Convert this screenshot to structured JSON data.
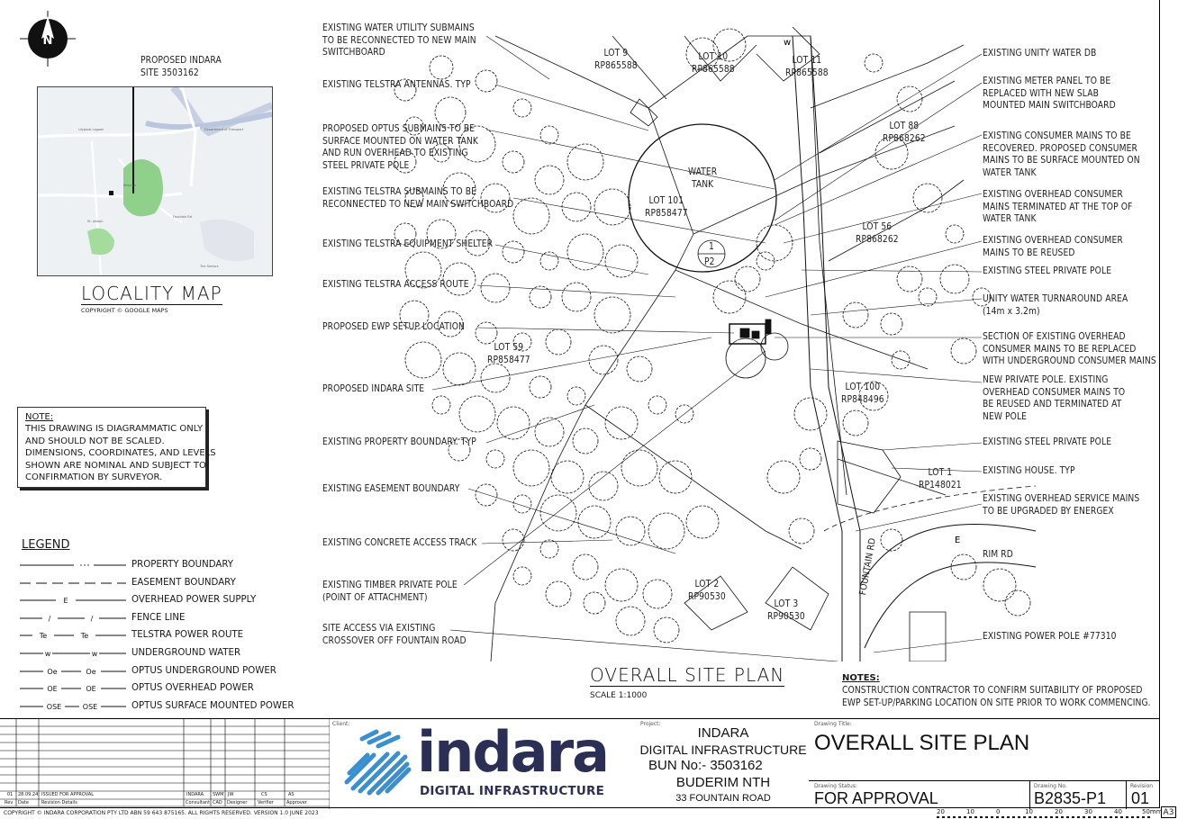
{
  "locality": {
    "pointer_label": "PROPOSED INDARA\nSITE 3503162",
    "title": "LOCALITY MAP",
    "copyright": "COPYRIGHT © GOOGLE MAPS"
  },
  "note": {
    "heading": "NOTE:",
    "body": "THIS DRAWING IS DIAGRAMMATIC ONLY\nAND SHOULD NOT BE SCALED.\nDIMENSIONS, COORDINATES, AND LEVELS\nSHOWN ARE NOMINAL AND SUBJECT TO\nCONFIRMATION BY SURVEYOR."
  },
  "legend": {
    "title": "LEGEND",
    "items": [
      {
        "label": "PROPERTY BOUNDARY",
        "symbol": ""
      },
      {
        "label": "EASEMENT BOUNDARY",
        "symbol": ""
      },
      {
        "label": "OVERHEAD POWER SUPPLY",
        "symbol": "E"
      },
      {
        "label": "FENCE LINE",
        "symbol": "/"
      },
      {
        "label": "TELSTRA POWER ROUTE",
        "symbol": "Te"
      },
      {
        "label": "UNDERGROUND WATER",
        "symbol": "w"
      },
      {
        "label": "OPTUS UNDERGROUND POWER",
        "symbol": "Oe"
      },
      {
        "label": "OPTUS OVERHEAD POWER",
        "symbol": "OE"
      },
      {
        "label": "OPTUS SURFACE MOUNTED POWER",
        "symbol": "OSE"
      }
    ]
  },
  "callouts_left": [
    "EXISTING WATER UTILITY SUBMAINS\nTO BE RECONNECTED TO NEW MAIN\nSWITCHBOARD",
    "EXISTING TELSTRA ANTENNAS. TYP",
    "PROPOSED OPTUS SUBMAINS TO BE\nSURFACE MOUNTED ON WATER TANK\nAND RUN OVERHEAD TO EXISTING\nSTEEL PRIVATE POLE",
    "EXISTING TELSTRA SUBMAINS TO BE\nRECONNECTED TO NEW MAIN SWITCHBOARD",
    "EXISTING TELSTRA EQUIPMENT SHELTER",
    "EXISTING TELSTRA ACCESS ROUTE",
    "PROPOSED EWP SETUP LOCATION",
    "PROPOSED INDARA SITE",
    "EXISTING PROPERTY BOUNDARY. TYP",
    "EXISTING EASEMENT BOUNDARY",
    "EXISTING CONCRETE ACCESS TRACK",
    "EXISTING TIMBER PRIVATE POLE\n(POINT OF ATTACHMENT)",
    "SITE ACCESS VIA EXISTING\nCROSSOVER OFF FOUNTAIN ROAD"
  ],
  "callouts_right": [
    "EXISTING UNITY WATER DB",
    "EXISTING METER PANEL TO BE\nREPLACED WITH NEW SLAB\nMOUNTED MAIN SWITCHBOARD",
    "EXISTING CONSUMER MAINS TO BE\nRECOVERED. PROPOSED CONSUMER\nMAINS TO BE SURFACE MOUNTED ON\nWATER TANK",
    "EXISTING OVERHEAD CONSUMER\nMAINS TERMINATED AT THE TOP OF\nWATER TANK",
    "EXISTING OVERHEAD CONSUMER\nMAINS TO BE REUSED",
    "EXISTING STEEL PRIVATE POLE",
    "UNITY WATER TURNAROUND AREA\n(14m x 3.2m)",
    "SECTION OF EXISTING OVERHEAD\nCONSUMER MAINS TO BE REPLACED\nWITH UNDERGROUND CONSUMER MAINS",
    "NEW PRIVATE POLE. EXISTING\nOVERHEAD CONSUMER MAINS TO\nBE REUSED AND TERMINATED AT\nNEW POLE",
    "EXISTING STEEL PRIVATE POLE",
    "EXISTING HOUSE. TYP",
    "EXISTING OVERHEAD SERVICE MAINS\nTO BE UPGRADED BY ENERGEX",
    "RIM RD",
    "EXISTING POWER POLE #77310"
  ],
  "lots": [
    "LOT 9\nRP865588",
    "LOT 10\nRP865588",
    "LOT 11\nRP865588",
    "LOT 88\nRP868262",
    "LOT 101\nRP858477",
    "LOT 56\nRP868262",
    "LOT 59\nRP858477",
    "LOT 100\nRP848496",
    "LOT 1\nRP148021",
    "LOT 2\nRP90530",
    "LOT 3\nRP90530"
  ],
  "plan": {
    "water_tank": "WATER\nTANK",
    "section_num": "1",
    "section_ref": "P2",
    "fountain_rd": "FOUNTAIN RD",
    "title": "OVERALL SITE PLAN",
    "scale": "SCALE 1:1000",
    "notes_heading": "NOTES:",
    "notes_body": "CONSTRUCTION CONTRACTOR TO CONFIRM SUITABILITY OF PROPOSED\nEWP SET-UP/PARKING LOCATION ON SITE PRIOR TO WORK COMMENCING."
  },
  "title_block": {
    "client_label": "Client:",
    "logo_word": "indara",
    "logo_sub": "DIGITAL INFRASTRUCTURE",
    "project_label": "Project:",
    "project_name": "INDARA",
    "project_line2": "DIGITAL INFRASTRUCTURE",
    "project_bun": "BUN No:-  3503162",
    "project_loc": "BUDERIM NTH",
    "project_addr": "33 FOUNTAIN ROAD",
    "drawing_title_label": "Drawing Title:",
    "drawing_title": "OVERALL SITE PLAN",
    "status_label": "Drawing Status:",
    "status": "FOR APPROVAL",
    "drawing_no_label": "Drawing No.",
    "drawing_no": "B2835-P1",
    "revision_label": "Revision",
    "revision": "01",
    "rev_row": {
      "rev": "01",
      "date": "28.09.24",
      "details": "ISSUED FOR APPROVAL",
      "consultant": "INDARA",
      "cad": "SWM",
      "designer": "JW",
      "verifier": "CS",
      "approver": "AS"
    },
    "rev_headers": {
      "rev": "Rev",
      "date": "Date",
      "details": "Revision Details",
      "consultant": "Consultant",
      "cad": "CAD",
      "designer": "Designer",
      "verifier": "Verifier",
      "approver": "Approver"
    },
    "copyright": "COPYRIGHT © INDARA CORPORATION PTY LTD ABN 59 643 875165. ALL RIGHTS RESERVED. VERSION 1.0 JUNE 2023",
    "scale_ticks": [
      "20",
      "10",
      "0",
      "10",
      "20",
      "30",
      "40",
      "50mm"
    ],
    "sheet_size": "A3"
  },
  "colors": {
    "logo_dark": "#2b2f55",
    "logo_blue": "#3a8fd0",
    "map_green": "#8fd18a",
    "map_road": "#b9c6dd"
  }
}
